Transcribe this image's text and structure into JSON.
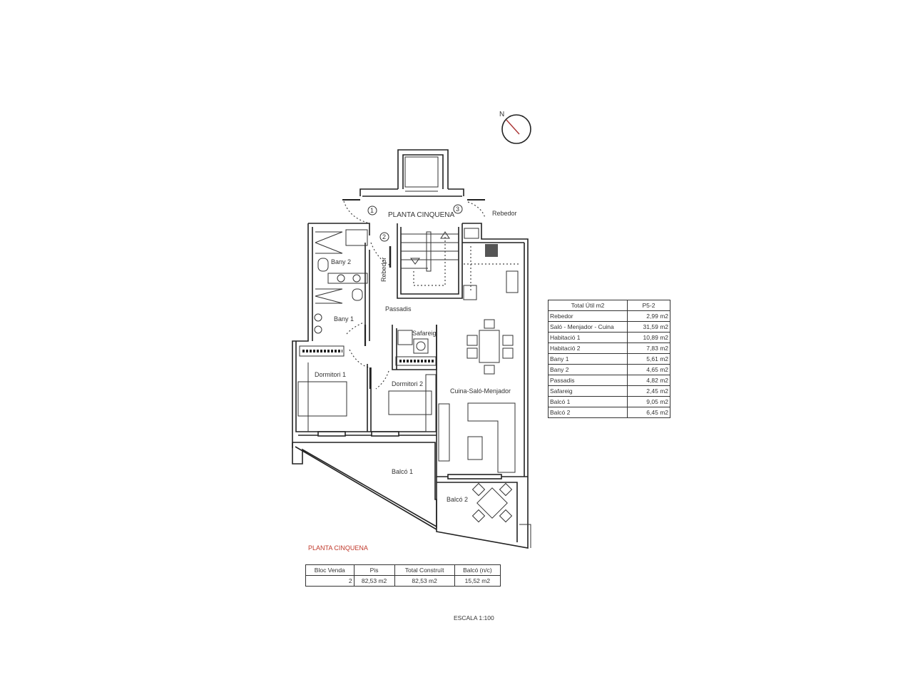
{
  "compass": {
    "north_label": "N"
  },
  "plan": {
    "floor_title": "PLANTA CINQUENA",
    "markers": [
      "1",
      "2",
      "3"
    ],
    "rooms": {
      "rebedor": "Rebedor",
      "rebedor_vertical": "Rebedor",
      "bany_2": "Bany 2",
      "bany_1": "Bany 1",
      "passadis": "Passadis",
      "safareig": "Safareig",
      "dormitori_1": "Dormitori 1",
      "dormitori_2": "Dormitori 2",
      "cuina_salo_menjador": "Cuina-Saló-Menjador",
      "balco_1": "Balcó 1",
      "balco_2": "Balcó 2"
    }
  },
  "area_table": {
    "header": {
      "label": "Total Útil m2",
      "unit_id": "P5-2"
    },
    "rows": [
      {
        "room": "Rebedor",
        "value": "2,99",
        "unit": "m2"
      },
      {
        "room": "Saló - Menjador - Cuina",
        "value": "31,59",
        "unit": "m2"
      },
      {
        "room": "Habitació 1",
        "value": "10,89",
        "unit": "m2"
      },
      {
        "room": "Habitació 2",
        "value": "7,83",
        "unit": "m2"
      },
      {
        "room": "Bany 1",
        "value": "5,61",
        "unit": "m2"
      },
      {
        "room": "Bany 2",
        "value": "4,65",
        "unit": "m2"
      },
      {
        "room": "Passadis",
        "value": "4,82",
        "unit": "m2"
      },
      {
        "room": "Safareig",
        "value": "2,45",
        "unit": "m2"
      },
      {
        "room": "Balcó 1",
        "value": "9,05",
        "unit": "m2"
      },
      {
        "room": "Balcó 2",
        "value": "6,45",
        "unit": "m2"
      }
    ]
  },
  "summary": {
    "title": "PLANTA CINQUENA",
    "headers": [
      "Bloc Venda",
      "Pis",
      "Total Construït",
      "Balcó (n/c)"
    ],
    "values": [
      "2",
      "82,53 m2",
      "82,53 m2",
      "15,52 m2"
    ]
  },
  "scale": "ESCALA 1:100"
}
